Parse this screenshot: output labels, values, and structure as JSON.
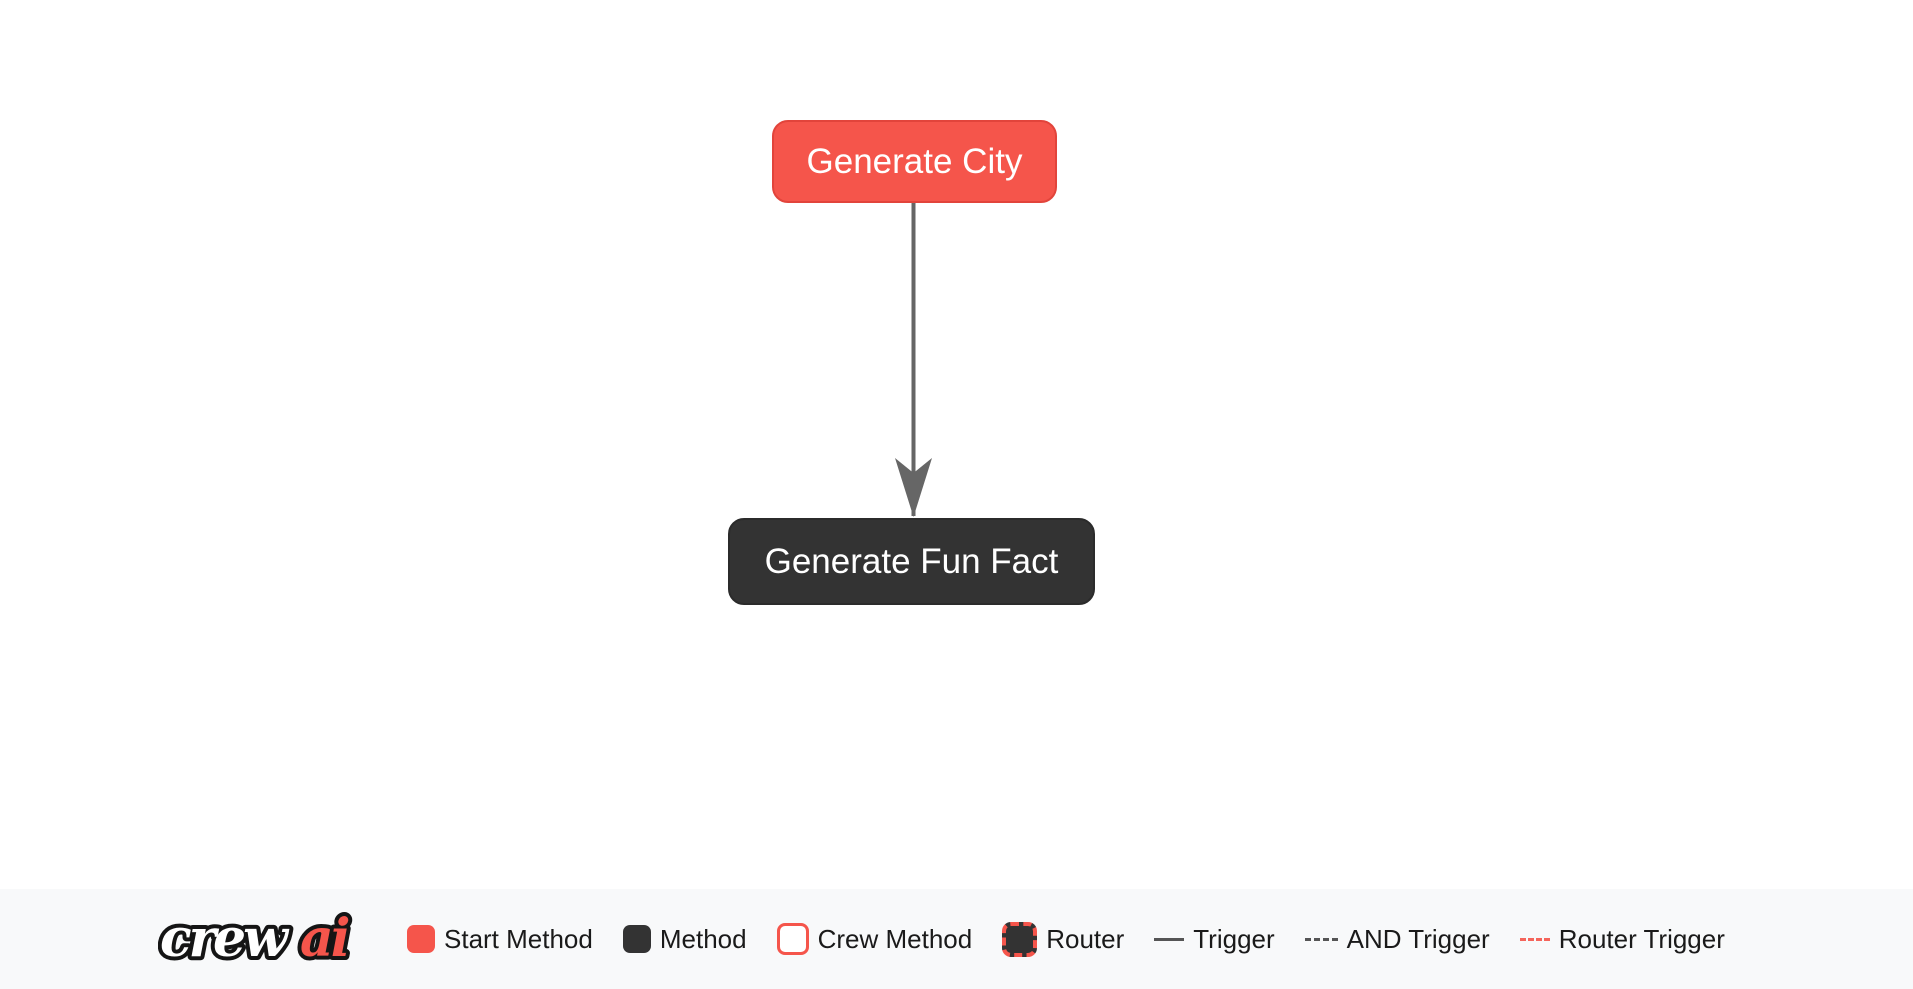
{
  "flow": {
    "nodes": [
      {
        "id": "generate_city",
        "label": "Generate City",
        "type": "start-method"
      },
      {
        "id": "generate_fun_fact",
        "label": "Generate Fun Fact",
        "type": "method"
      }
    ],
    "edges": [
      {
        "from": "generate_city",
        "to": "generate_fun_fact",
        "type": "trigger"
      }
    ]
  },
  "legend": {
    "logo": {
      "part1": "crew",
      "part2": "ai"
    },
    "items": [
      {
        "label": "Start Method",
        "kind": "start-method-swatch"
      },
      {
        "label": "Method",
        "kind": "method-swatch"
      },
      {
        "label": "Crew Method",
        "kind": "crew-method-swatch"
      },
      {
        "label": "Router",
        "kind": "router-swatch"
      },
      {
        "label": "Trigger",
        "kind": "trigger-line"
      },
      {
        "label": "AND Trigger",
        "kind": "and-trigger-line"
      },
      {
        "label": "Router Trigger",
        "kind": "router-trigger-line"
      }
    ]
  },
  "colors": {
    "start_method": "#F5554B",
    "start_method_border": "#E2443B",
    "method": "#333333",
    "method_border": "#2B2B2B",
    "edge": "#666666",
    "trigger_line": "#555555",
    "router_trigger": "#F5655B",
    "legend_bg": "#F8F9FA",
    "legend_text": "#1A1A1A"
  }
}
